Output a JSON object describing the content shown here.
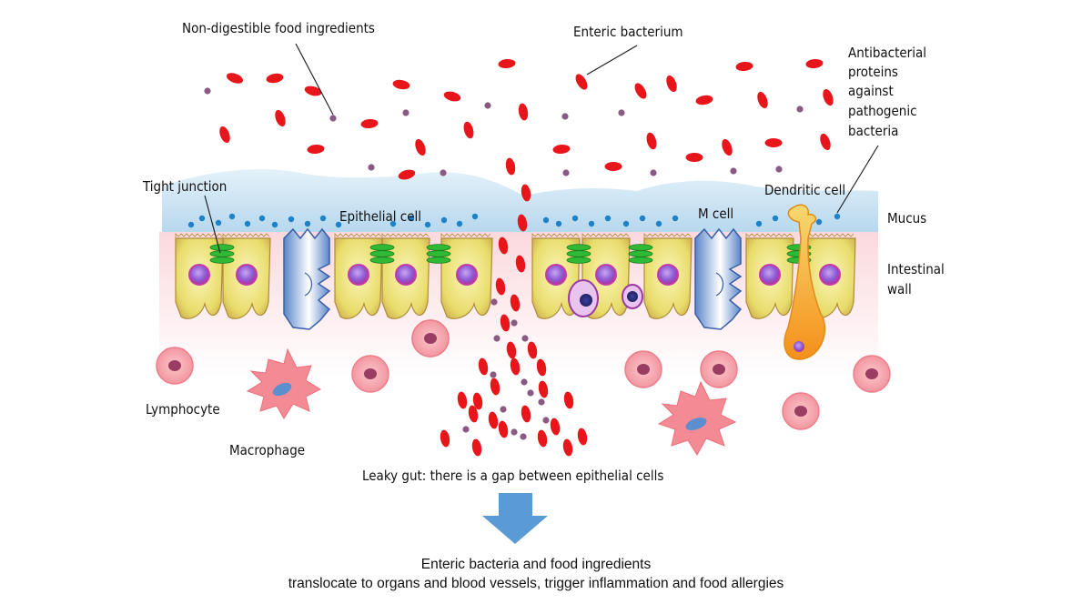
{
  "labels": {
    "non_digestible": "Non-digestible food ingredients",
    "enteric_bacterium": "Enteric bacterium",
    "antibacterial_lines": [
      "Antibacterial",
      "proteins",
      "against",
      "pathogenic",
      "bacteria"
    ],
    "tight_junction": "Tight junction",
    "epithelial_cell": "Epithelial cell",
    "m_cell": "M cell",
    "dendritic_cell": "Dendritic cell",
    "mucus": "Mucus",
    "intestinal_wall_lines": [
      "Intestinal",
      "wall"
    ],
    "lymphocyte": "Lymphocyte",
    "macrophage": "Macrophage",
    "leaky_gut": "Leaky gut: there is a gap between epithelial cells"
  },
  "conclusion": {
    "line1": "Enteric bacteria and food ingredients",
    "line2": "translocate to organs and blood vessels, trigger inflammation and food allergies"
  },
  "colors": {
    "bacterium": "#e8161b",
    "food_particle": "#8a5a82",
    "mucus": "#c7e1f0",
    "mucus_dot": "#1e82c8",
    "epithelial": "#e9e07a",
    "tight_junction": "#2fb934",
    "nucleus": "#9d4fc2",
    "intestinal_wall": "#fbe3e6",
    "lymphocyte": "#f29aa3",
    "macrophage": "#f27a85",
    "dendritic": "#f6a21e",
    "arrow": "#5b9bd5"
  }
}
